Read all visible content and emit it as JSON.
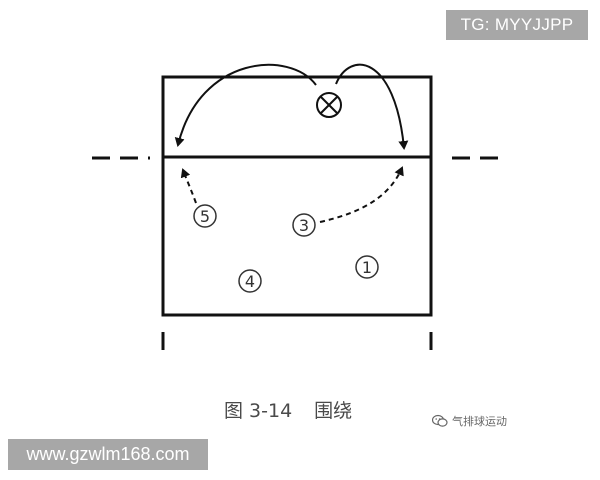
{
  "watermark": {
    "top": "TG: MYYJJPP",
    "bottom": "www.gzwlm168.com"
  },
  "caption": {
    "figure_number": "图 3-14",
    "figure_title": "围绕"
  },
  "brand": {
    "label": "气排球运动",
    "icon": "wechat-icon"
  },
  "diagram": {
    "positions": [
      {
        "id": "1",
        "label": "1"
      },
      {
        "id": "3",
        "label": "3"
      },
      {
        "id": "4",
        "label": "4"
      },
      {
        "id": "5",
        "label": "5"
      }
    ],
    "server_symbol": "crossed-circle",
    "colors": {
      "line": "#111111",
      "text": "#333333"
    }
  }
}
